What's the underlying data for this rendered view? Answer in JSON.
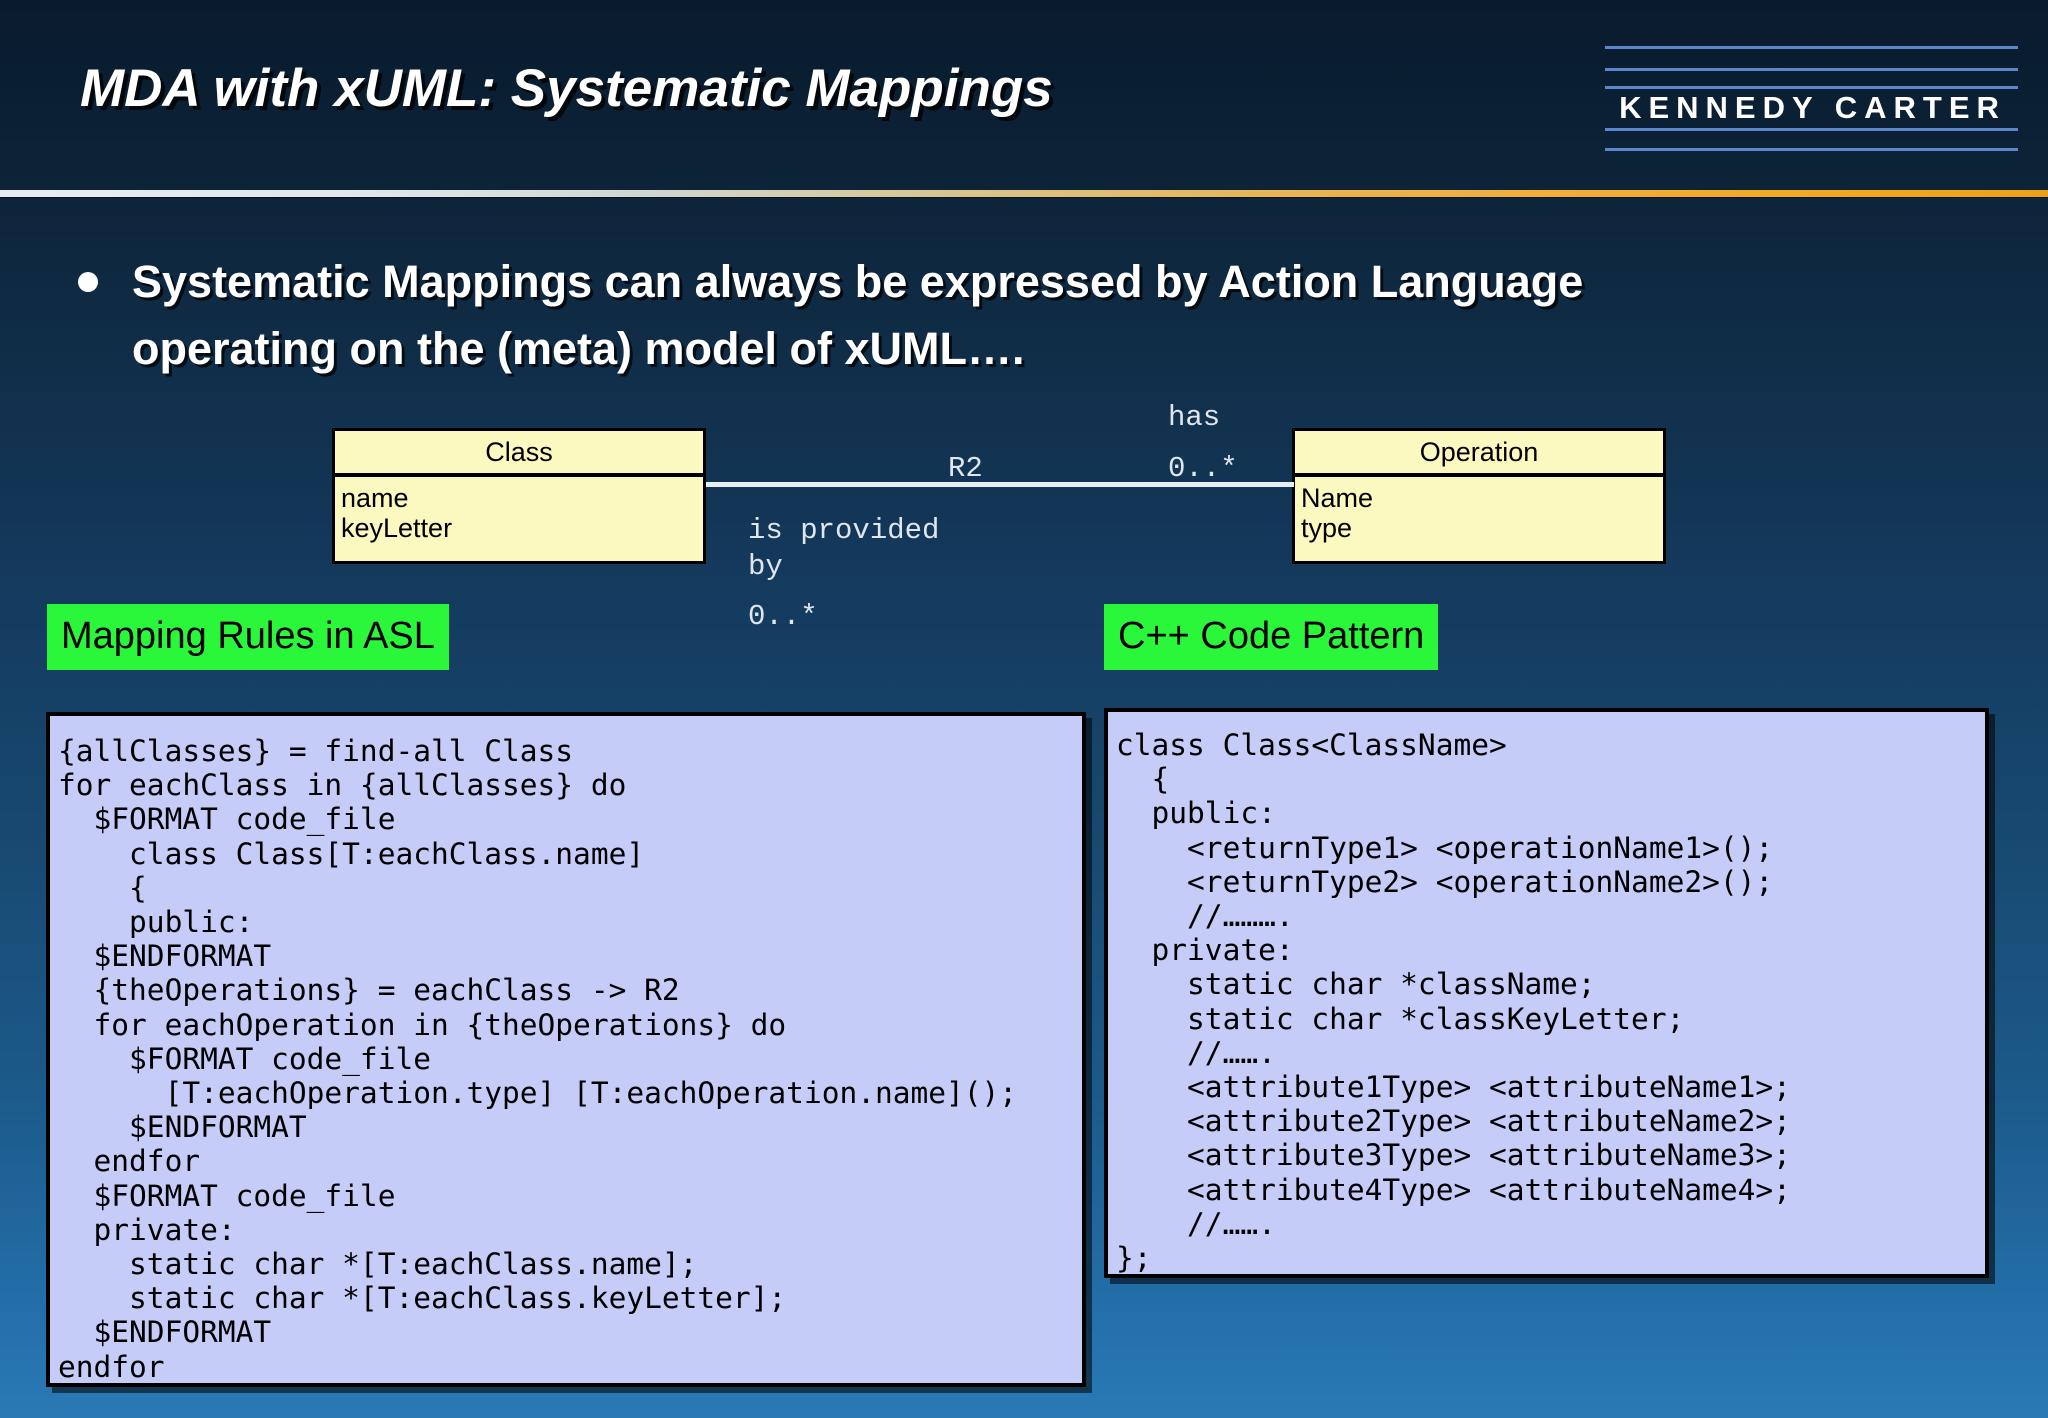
{
  "slide": {
    "title": "MDA with xUML: Systematic Mappings",
    "logo_text": "KENNEDY CARTER",
    "accent_green": "#2bf73a",
    "accent_gold": "#f0ad3a",
    "code_panel_bg": "#c5ccf7",
    "uml_box_bg": "#fbf8c0"
  },
  "bullet": {
    "line1": "Systematic Mappings can always be expressed by Action Language",
    "line2": "operating on the (meta) model of xUML…."
  },
  "diagram": {
    "class_box": {
      "title": "Class",
      "attributes": "name\nkeyLetter"
    },
    "operation_box": {
      "title": "Operation",
      "attributes": "Name\ntype"
    },
    "relationship_id": "R2",
    "label_has": "has",
    "multiplicity_right": "0..*",
    "phrase_left": "is provided\nby",
    "multiplicity_left": "0..*"
  },
  "captions": {
    "asl": "Mapping Rules in ASL",
    "cpp": "C++ Code Pattern"
  },
  "code": {
    "asl": "{allClasses} = find-all Class\nfor eachClass in {allClasses} do\n  $FORMAT code_file\n    class Class[T:eachClass.name]\n    {\n    public:\n  $ENDFORMAT\n  {theOperations} = eachClass -> R2\n  for eachOperation in {theOperations} do\n    $FORMAT code_file\n      [T:eachOperation.type] [T:eachOperation.name]();\n    $ENDFORMAT\n  endfor\n  $FORMAT code_file\n  private:\n    static char *[T:eachClass.name];\n    static char *[T:eachClass.keyLetter];\n  $ENDFORMAT\nendfor",
    "cpp": "class Class<ClassName>\n  {\n  public:\n    <returnType1> <operationName1>();\n    <returnType2> <operationName2>();\n    //……….\n  private:\n    static char *className;\n    static char *classKeyLetter;\n    //…….\n    <attribute1Type> <attributeName1>;\n    <attribute2Type> <attributeName2>;\n    <attribute3Type> <attributeName3>;\n    <attribute4Type> <attributeName4>;\n    //…….\n};"
  }
}
